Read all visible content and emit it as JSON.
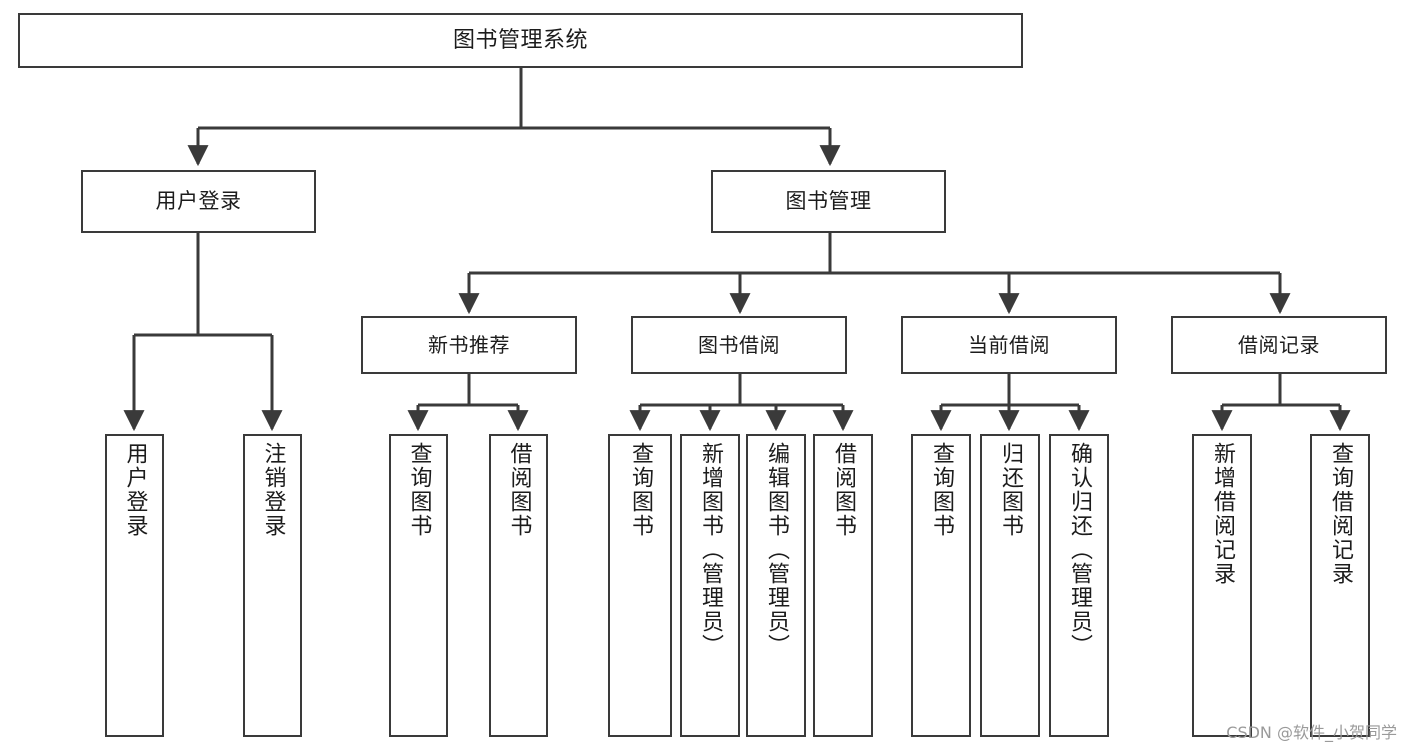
{
  "diagram": {
    "title": "图书管理系统",
    "type": "hierarchy-tree",
    "levels": 4,
    "colors": {
      "box_border": "#3a3a3a",
      "box_fill": "#ffffff",
      "connector": "#3a3a3a",
      "text": "#1c1c1c",
      "watermark": "#9a9a9a",
      "background": "#ffffff"
    }
  },
  "root": {
    "label": "图书管理系统"
  },
  "level2": [
    {
      "label": "用户登录"
    },
    {
      "label": "图书管理"
    }
  ],
  "level3": [
    {
      "label": "新书推荐"
    },
    {
      "label": "图书借阅"
    },
    {
      "label": "当前借阅"
    },
    {
      "label": "借阅记录"
    }
  ],
  "leaves": {
    "user_login": [
      {
        "label": "用户登录"
      },
      {
        "label": "注销登录"
      }
    ],
    "new_book_recommend": [
      {
        "label": "查询图书"
      },
      {
        "label": "借阅图书"
      }
    ],
    "book_borrow": [
      {
        "label": "查询图书"
      },
      {
        "label": "新增图书（管理员）"
      },
      {
        "label": "编辑图书（管理员）"
      },
      {
        "label": "借阅图书"
      }
    ],
    "current_borrow": [
      {
        "label": "查询图书"
      },
      {
        "label": "归还图书"
      },
      {
        "label": "确认归还（管理员）"
      }
    ],
    "borrow_record": [
      {
        "label": "新增借阅记录"
      },
      {
        "label": "查询借阅记录"
      }
    ]
  },
  "watermark": {
    "text": "CSDN @软件_小贺同学"
  }
}
